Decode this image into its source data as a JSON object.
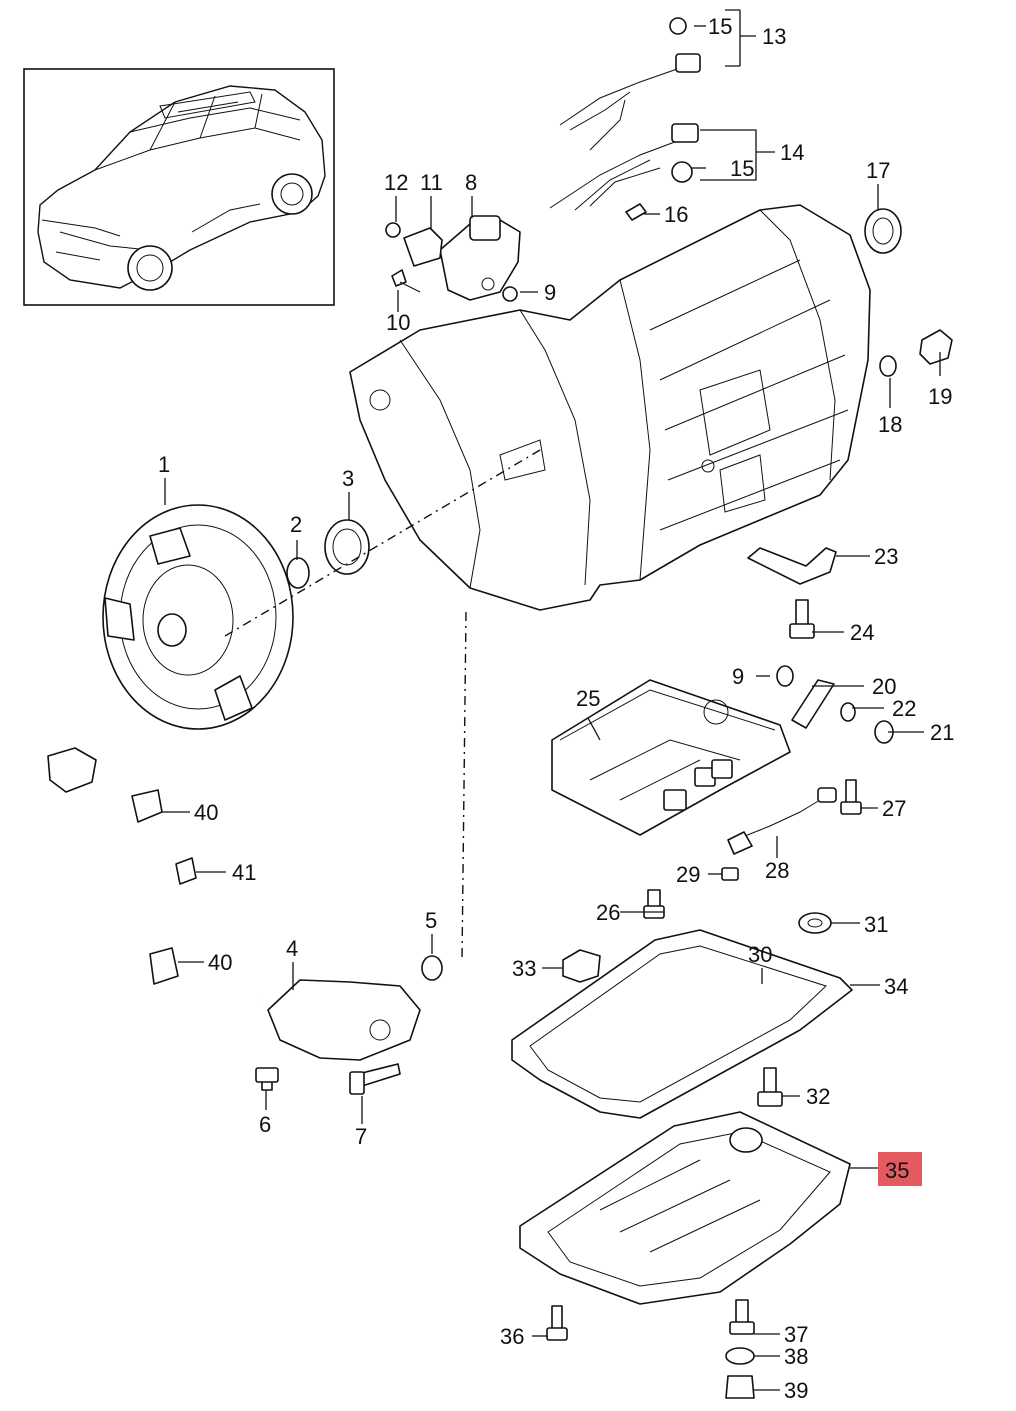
{
  "diagram": {
    "highlight_color": "#e45a61",
    "highlighted_label": "35",
    "part_labels": [
      {
        "id": "1",
        "text": "1"
      },
      {
        "id": "2",
        "text": "2"
      },
      {
        "id": "3",
        "text": "3"
      },
      {
        "id": "4",
        "text": "4"
      },
      {
        "id": "5",
        "text": "5"
      },
      {
        "id": "6",
        "text": "6"
      },
      {
        "id": "7",
        "text": "7"
      },
      {
        "id": "8",
        "text": "8"
      },
      {
        "id": "9a",
        "text": "9"
      },
      {
        "id": "9b",
        "text": "9"
      },
      {
        "id": "10",
        "text": "10"
      },
      {
        "id": "11",
        "text": "11"
      },
      {
        "id": "12",
        "text": "12"
      },
      {
        "id": "13",
        "text": "13"
      },
      {
        "id": "14",
        "text": "14"
      },
      {
        "id": "15a",
        "text": "15"
      },
      {
        "id": "15b",
        "text": "15"
      },
      {
        "id": "16",
        "text": "16"
      },
      {
        "id": "17",
        "text": "17"
      },
      {
        "id": "18",
        "text": "18"
      },
      {
        "id": "19",
        "text": "19"
      },
      {
        "id": "20",
        "text": "20"
      },
      {
        "id": "21",
        "text": "21"
      },
      {
        "id": "22",
        "text": "22"
      },
      {
        "id": "23",
        "text": "23"
      },
      {
        "id": "24",
        "text": "24"
      },
      {
        "id": "25",
        "text": "25"
      },
      {
        "id": "26",
        "text": "26"
      },
      {
        "id": "27",
        "text": "27"
      },
      {
        "id": "28",
        "text": "28"
      },
      {
        "id": "29",
        "text": "29"
      },
      {
        "id": "30",
        "text": "30"
      },
      {
        "id": "31",
        "text": "31"
      },
      {
        "id": "32",
        "text": "32"
      },
      {
        "id": "33",
        "text": "33"
      },
      {
        "id": "34",
        "text": "34"
      },
      {
        "id": "35",
        "text": "35"
      },
      {
        "id": "36",
        "text": "36"
      },
      {
        "id": "37",
        "text": "37"
      },
      {
        "id": "38",
        "text": "38"
      },
      {
        "id": "39",
        "text": "39"
      },
      {
        "id": "40a",
        "text": "40"
      },
      {
        "id": "40b",
        "text": "40"
      },
      {
        "id": "41",
        "text": "41"
      }
    ]
  }
}
